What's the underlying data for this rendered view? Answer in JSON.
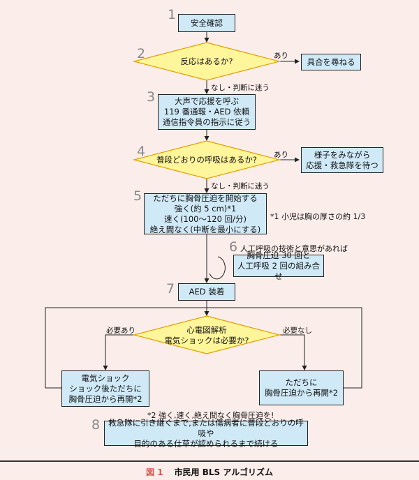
{
  "steps": {
    "s1": {
      "num": "1",
      "text": "安全確認"
    },
    "s2": {
      "num": "2",
      "text": "反応はあるか?",
      "yes": "あり",
      "no": "なし・判断に迷う",
      "yes_action": "具合を尋ねる"
    },
    "s3": {
      "num": "3",
      "lines": [
        "大声で応援を呼ぶ",
        "119 番通報・AED 依頼",
        "通信指令員の指示に従う"
      ]
    },
    "s4": {
      "num": "4",
      "text": "普段どおりの呼吸はあるか?",
      "yes": "あり",
      "no": "なし・判断に迷う",
      "yes_action": [
        "様子をみながら",
        "応援・救急隊を待つ"
      ]
    },
    "s5": {
      "num": "5",
      "lines": [
        "ただちに胸骨圧迫を開始する",
        "強く(約 5 cm)*1",
        "速く(100〜120 回/分)",
        "絶え間なく(中断を最小にする)"
      ],
      "note": "*1 小児は胸の厚さの約 1/3"
    },
    "s6": {
      "num": "6",
      "label": "人工呼吸の技術と意思があれば",
      "lines": [
        "胸骨圧迫 30 回と",
        "人工呼吸 2 回の組み合せ"
      ]
    },
    "s7": {
      "num": "7",
      "text": "AED 装着"
    },
    "decision": {
      "lines": [
        "心電図解析",
        "電気ショックは必要か?"
      ],
      "left": "必要あり",
      "right": "必要なし"
    },
    "shock": {
      "lines": [
        "電気ショック",
        "ショック後ただちに",
        "胸骨圧迫から再開*2"
      ]
    },
    "noshock": {
      "lines": [
        "ただちに",
        "胸骨圧迫から再開*2"
      ]
    },
    "note2": "*2 強く,速く,絶え間なく胸骨圧迫を!",
    "s8": {
      "num": "8",
      "lines": [
        "救急隊に引き継ぐまで,または傷病者に普段どおりの呼吸や",
        "目的のある仕草が認められるまで続ける"
      ]
    }
  },
  "caption": {
    "figure": "図 1",
    "title": "市民用 BLS アルゴリズム"
  },
  "colors": {
    "box": "#cfe9f7",
    "diamond": "#fff59a",
    "diamond_border": "#e0a000",
    "background": "#fbeeea",
    "number": "#888888"
  }
}
